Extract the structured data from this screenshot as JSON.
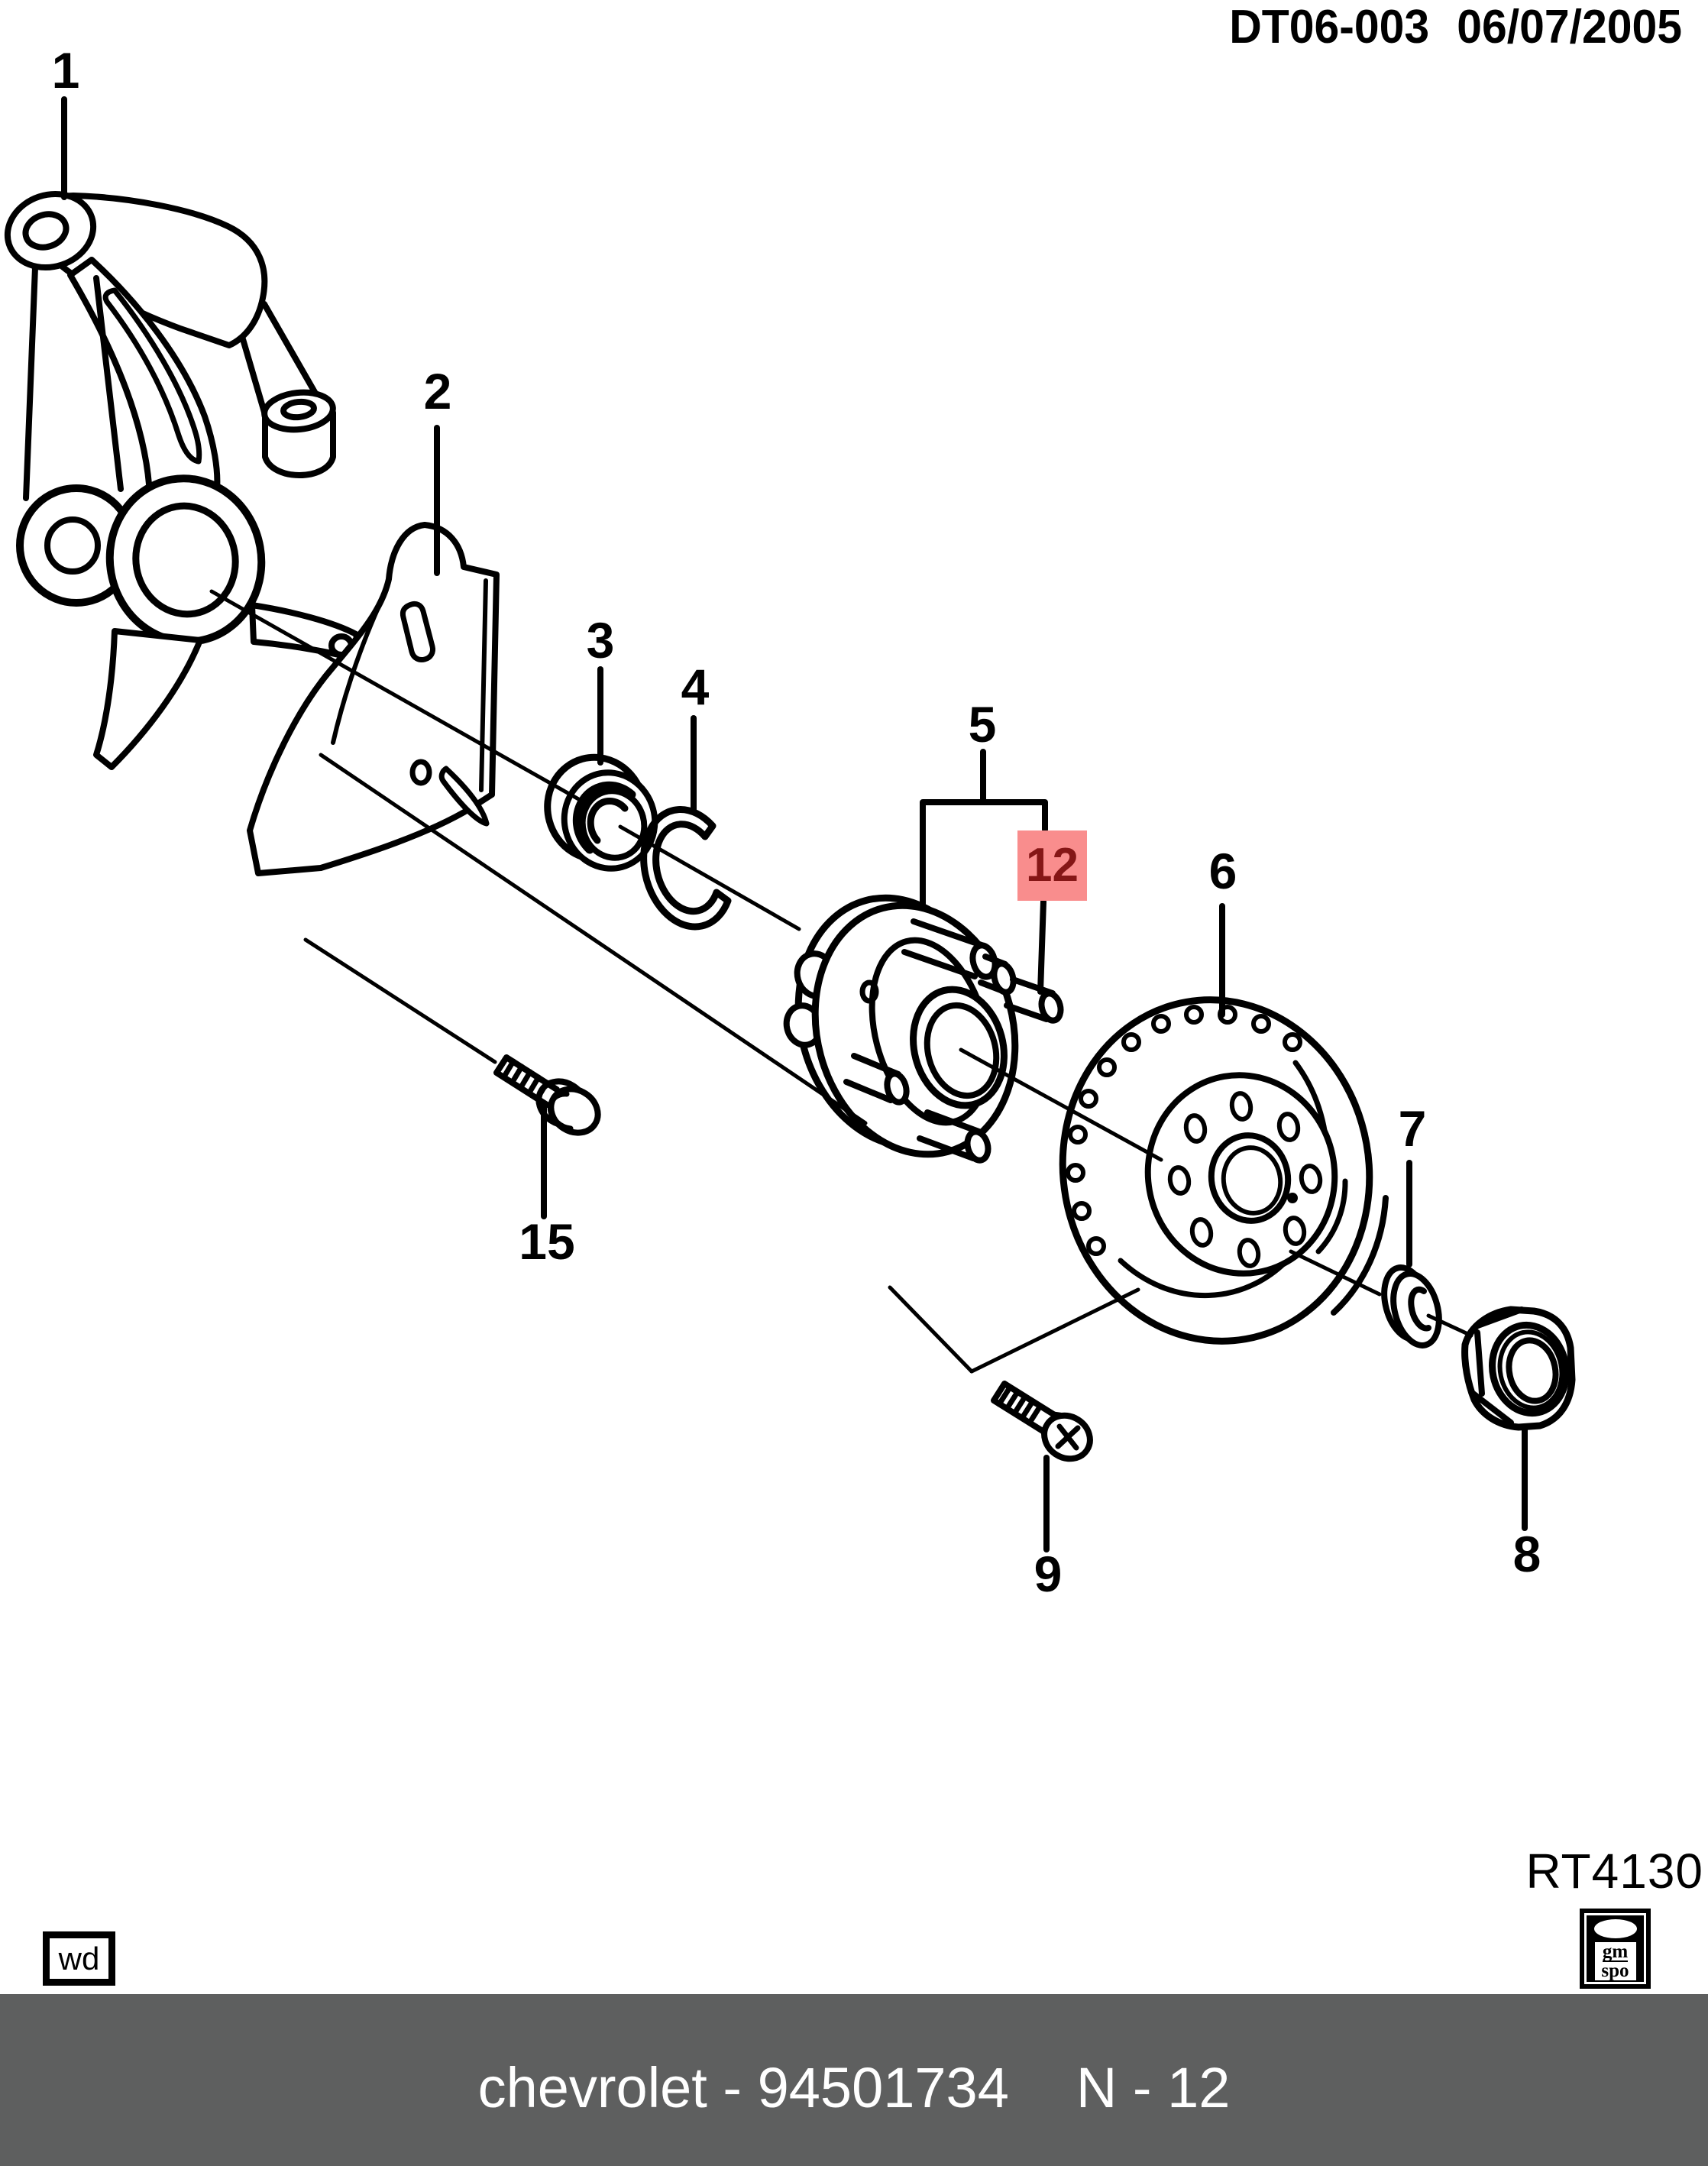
{
  "header": {
    "drawing_code": "DT06-003",
    "date": "06/07/2005"
  },
  "callouts": [
    {
      "label": "1"
    },
    {
      "label": "2"
    },
    {
      "label": "3"
    },
    {
      "label": "4"
    },
    {
      "label": "5"
    },
    {
      "label": "12",
      "highlighted": true
    },
    {
      "label": "6"
    },
    {
      "label": "7"
    },
    {
      "label": "8"
    },
    {
      "label": "9"
    },
    {
      "label": "15"
    }
  ],
  "refs": {
    "figure_code": "RT4130",
    "wd_label": "wd",
    "gm_logo_line1": "gm",
    "gm_logo_line2": "spo"
  },
  "footer": {
    "brand": "chevrolet",
    "part_number": "94501734",
    "brand_part": "chevrolet - 94501734",
    "page_ref": "N - 12"
  },
  "colors": {
    "highlight_bg": "#f98d8d",
    "highlight_text": "#851616",
    "footer_bg": "#5e5f5f",
    "footer_text": "#ffffff",
    "line": "#000000"
  }
}
